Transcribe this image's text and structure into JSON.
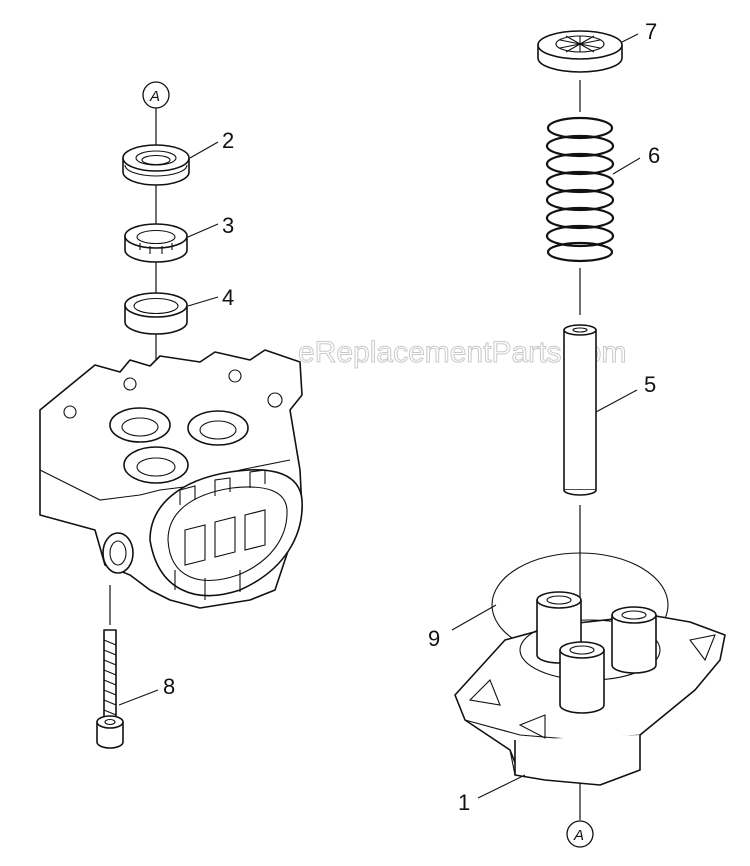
{
  "watermark": "eReplacementParts.com",
  "callouts": {
    "c1": "1",
    "c2": "2",
    "c3": "3",
    "c4": "4",
    "c5": "5",
    "c6": "6",
    "c7": "7",
    "c8": "8",
    "c9": "9"
  },
  "reference_markers": {
    "top": "A",
    "bottom": "A"
  }
}
